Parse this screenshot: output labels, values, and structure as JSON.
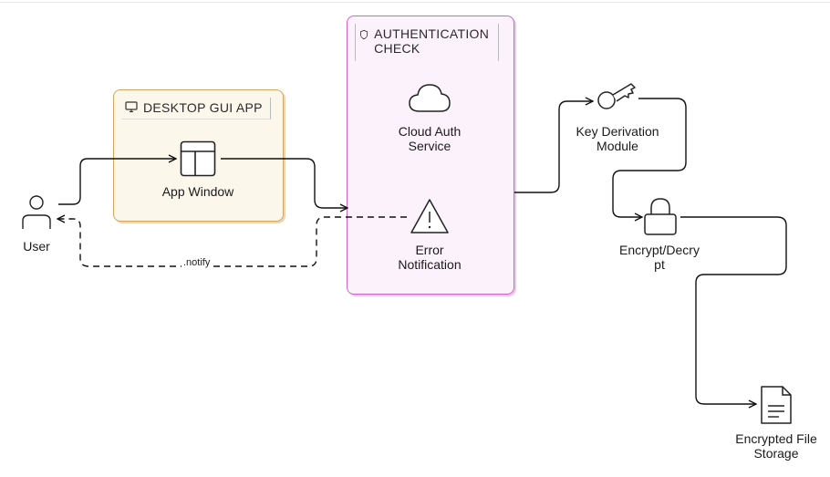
{
  "groups": {
    "desktop": {
      "label": "DESKTOP GUI APP",
      "icon": "monitor-icon",
      "color": "#d8a55b"
    },
    "auth": {
      "label": "AUTHENTICATION CHECK",
      "icon": "shield-icon",
      "color": "#cc66cc"
    }
  },
  "nodes": {
    "user": {
      "label": "User",
      "icon": "user-icon"
    },
    "app_window": {
      "label": "App Window",
      "icon": "window-layout-icon"
    },
    "cloud_auth": {
      "label": "Cloud Auth\nService",
      "icon": "cloud-icon"
    },
    "error": {
      "label": "Error\nNotification",
      "icon": "warning-icon"
    },
    "key": {
      "label": "Key Derivation\nModule",
      "icon": "key-icon"
    },
    "encrypt": {
      "label": "Encrypt/Decry\npt",
      "icon": "lock-icon"
    },
    "storage": {
      "label": "Encrypted File\nStorage",
      "icon": "file-icon"
    }
  },
  "edges": {
    "notify": {
      "label": ".notify"
    }
  }
}
